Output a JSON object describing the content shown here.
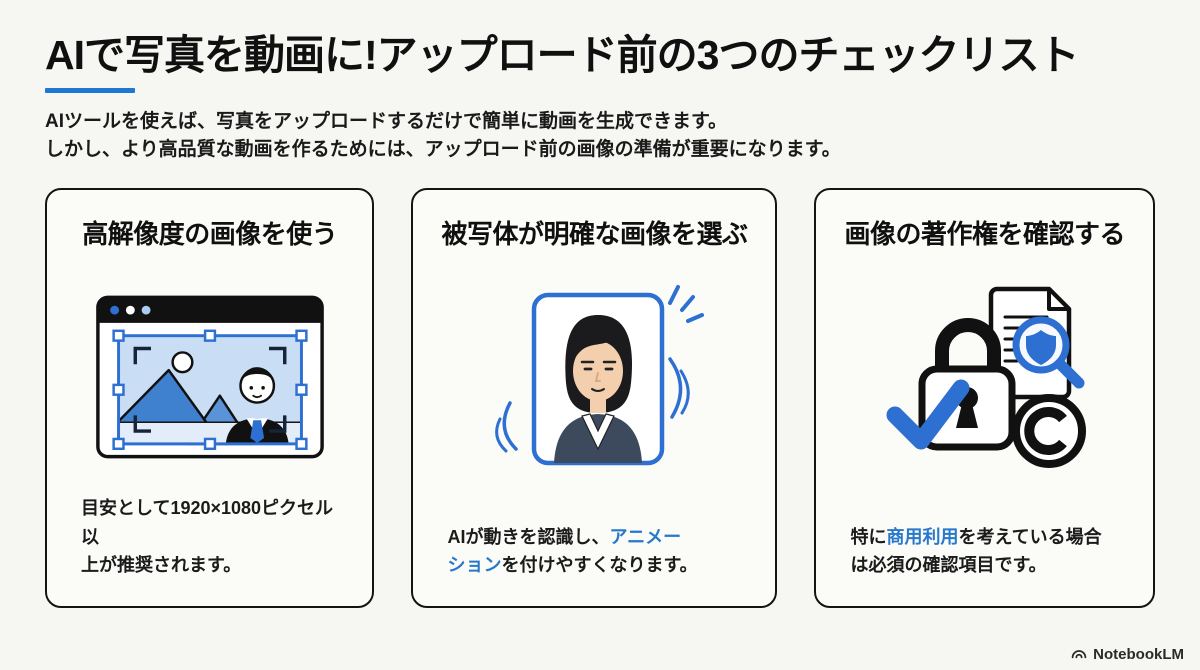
{
  "header": {
    "title": "AIで写真を動画に!アップロード前の3つのチェックリスト",
    "intro": "AIツールを使えば、写真をアップロードするだけで簡単に動画を生成できます。\nしかし、より高品質な動画を作るためには、アップロード前の画像の準備が重要になります。"
  },
  "colors": {
    "accent_blue": "#2878cc",
    "illustration_blue": "#2e6fd2",
    "ink": "#141414",
    "background": "#f6f6f3"
  },
  "cards": [
    {
      "title": "高解像度の画像を使う",
      "illustration_icon": "browser-selected-photo-illustration",
      "body_pre": "目安として1920×1080ピクセル以\n上が推奨されます。",
      "body_accent": "",
      "body_post": ""
    },
    {
      "title": "被写体が明確な画像を選ぶ",
      "illustration_icon": "clear-subject-portrait-illustration",
      "body_pre": "AIが動きを認識し、",
      "body_accent": "アニメー\nション",
      "body_post": "を付けやすくなります。"
    },
    {
      "title": "画像の著作権を確認する",
      "illustration_icon": "copyright-lock-check-illustration",
      "body_pre": "特に",
      "body_accent": "商用利用",
      "body_post": "を考えている場合\nは必須の確認項目です。"
    }
  ],
  "footer": {
    "brand": "NotebookLM",
    "logo_icon": "notebooklm-arcs-icon"
  }
}
